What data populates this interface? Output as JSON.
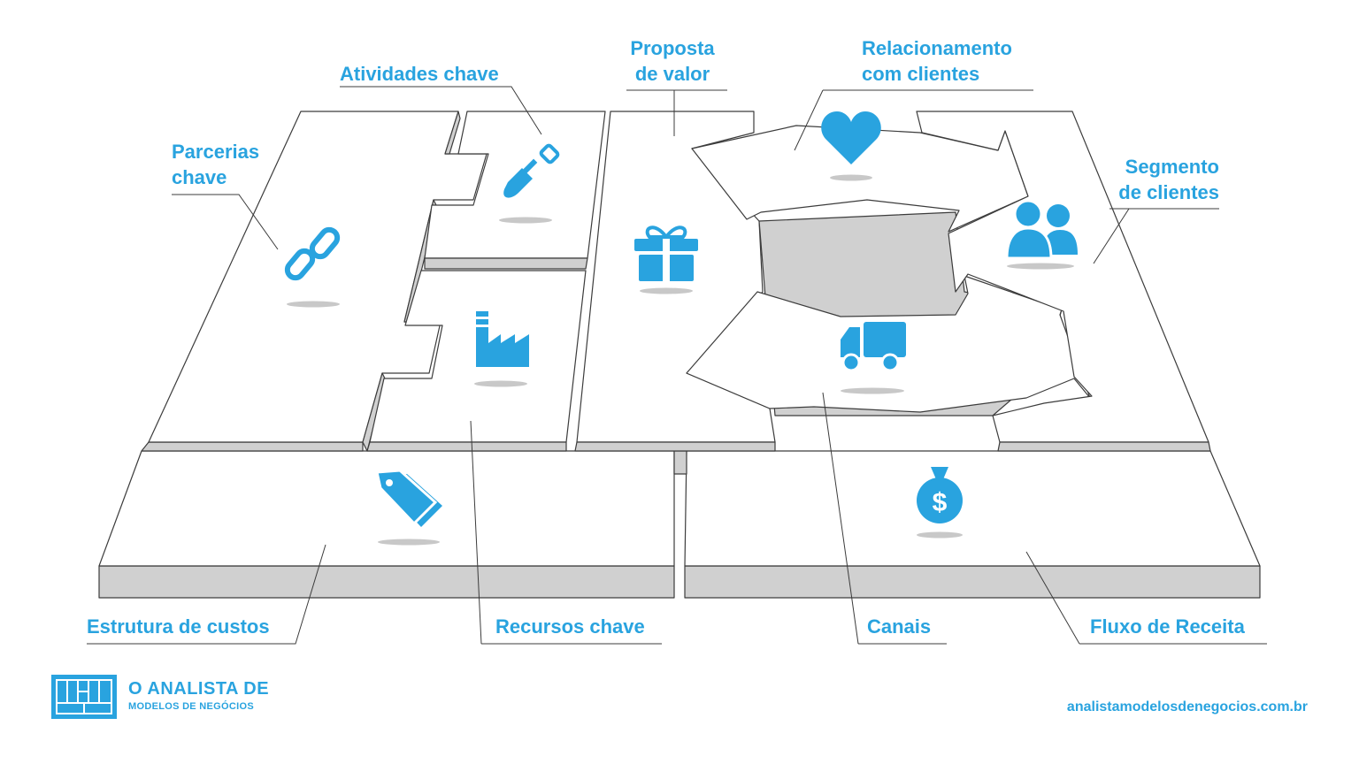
{
  "blocks": {
    "key_activities": "Atividades chave",
    "value_proposition": [
      "Proposta",
      "de valor"
    ],
    "customer_relationships": [
      "Relacionamento",
      "com clientes"
    ],
    "key_partners": [
      "Parcerias",
      "chave"
    ],
    "customer_segments": [
      "Segmento",
      "de clientes"
    ],
    "cost_structure": "Estrutura de custos",
    "key_resources": "Recursos chave",
    "channels": "Canais",
    "revenue_streams": "Fluxo de Receita"
  },
  "icons": {
    "key_partners": "link-chain-icon",
    "key_activities": "shovel-icon",
    "key_resources": "factory-icon",
    "value_proposition": "gift-icon",
    "customer_relationships": "heart-icon",
    "channels": "delivery-truck-icon",
    "customer_segments": "people-icon",
    "cost_structure": "price-tags-icon",
    "revenue_streams": "money-bag-icon"
  },
  "brand": {
    "name": "O ANALISTA DE",
    "subtitle": "MODELOS DE NEGÓCIOS",
    "website": "analistamodelosdenegocios.com.br"
  },
  "colors": {
    "accent": "#29a3df",
    "board_top": "#ffffff",
    "board_side": "#d0d0d0",
    "outline": "#3c3c3c",
    "shadow": "#c8c8c8"
  }
}
